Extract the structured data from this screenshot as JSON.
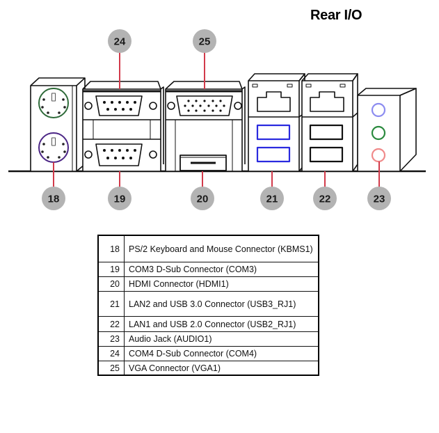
{
  "title": "Rear I/O",
  "colors": {
    "callout_fill": "#b3b3b3",
    "leader_line": "#d23a4a",
    "ps2_keyboard": "#2f6b3a",
    "ps2_mouse": "#4b2585",
    "usb3": "#2a2adf",
    "usb2": "#111111",
    "audio_line_in": "#8c8cf0",
    "audio_line_out": "#2a8a3e",
    "audio_mic": "#f08a8a"
  },
  "callouts": {
    "c18": "18",
    "c19": "19",
    "c20": "20",
    "c21": "21",
    "c22": "22",
    "c23": "23",
    "c24": "24",
    "c25": "25"
  },
  "table": {
    "rows": [
      {
        "num": "18",
        "desc": "PS/2 Keyboard and Mouse Connector (KBMS1)"
      },
      {
        "num": "19",
        "desc": "COM3 D-Sub Connector (COM3)"
      },
      {
        "num": "20",
        "desc": "HDMI Connector (HDMI1)"
      },
      {
        "num": "21",
        "desc": "LAN2 and USB 3.0 Connector (USB3_RJ1)"
      },
      {
        "num": "22",
        "desc": "LAN1 and USB 2.0 Connector (USB2_RJ1)"
      },
      {
        "num": "23",
        "desc": "Audio Jack (AUDIO1)"
      },
      {
        "num": "24",
        "desc": "COM4 D-Sub Connector (COM4)"
      },
      {
        "num": "25",
        "desc": "VGA Connector (VGA1)"
      }
    ]
  }
}
